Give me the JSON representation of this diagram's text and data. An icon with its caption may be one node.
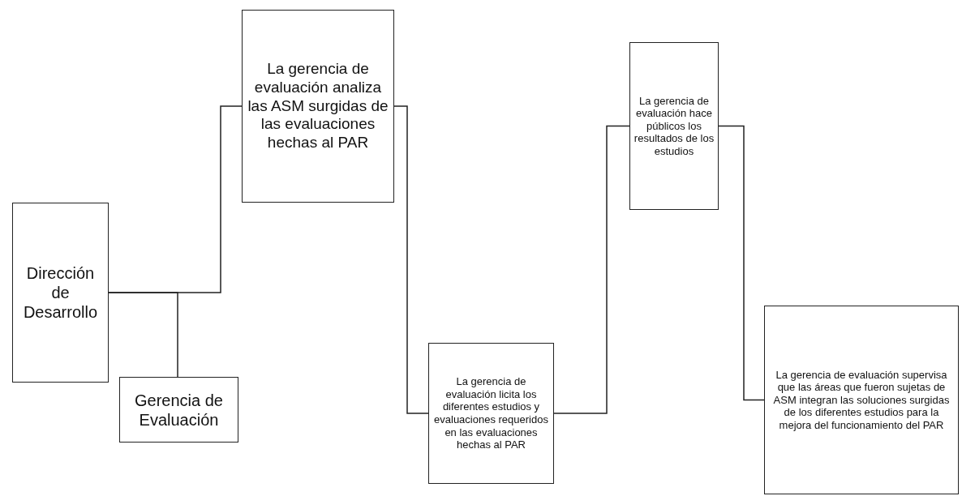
{
  "diagram": {
    "nodes": [
      {
        "text": [
          "Dirección de Desarrollo"
        ]
      },
      {
        "text": [
          "Gerencia de Evaluación"
        ]
      },
      {
        "text": [
          "La gerencia de evaluación analiza las ASM surgidas de las evaluaciones hechas al PAR"
        ]
      },
      {
        "text": [
          "La gerencia de evaluación licita los diferentes estudios y evaluaciones requeridos en las evaluaciones hechas al PAR"
        ]
      },
      {
        "text": [
          "La gerencia de evaluación hace públicos los resultados de los estudios"
        ]
      },
      {
        "text": [
          "La gerencia de evaluación supervisa que las áreas que fueron sujetas de ASM integran las soluciones surgidas de los diferentes estudios para la mejora del funcionamiento del PAR"
        ]
      }
    ],
    "edges": [
      {
        "from": 0,
        "to": 1,
        "arrow": "none"
      },
      {
        "from": 0,
        "to": 2,
        "arrow": "none"
      },
      {
        "from": 2,
        "to": 3,
        "arrow": "none"
      },
      {
        "from": 3,
        "to": 4,
        "arrow": "none"
      },
      {
        "from": 4,
        "to": 5,
        "arrow": "none"
      }
    ]
  }
}
